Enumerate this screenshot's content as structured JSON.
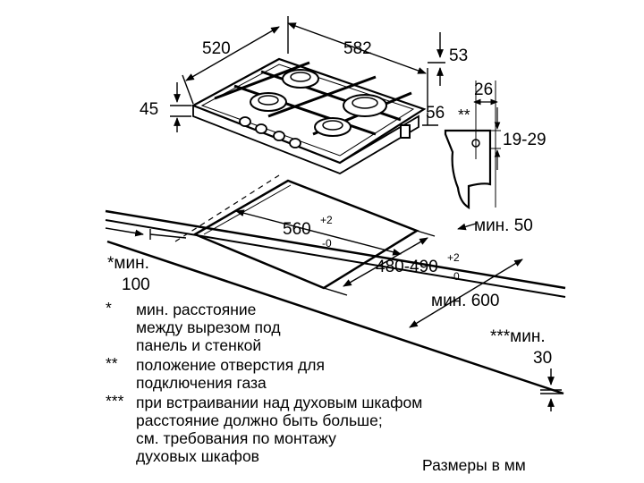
{
  "hob_dimensions": {
    "depth": "520",
    "width": "582",
    "front_edge": "53",
    "height_below": "45",
    "side_offset": "56"
  },
  "gas_detail": {
    "depth": "26",
    "marker": "**",
    "range": "19-29"
  },
  "cutout": {
    "width_main": "560",
    "width_tol_plus": "+2",
    "width_tol_minus": "-0",
    "depth_main": "480-490",
    "depth_tol_plus": "+2",
    "depth_tol_minus": "-0"
  },
  "clearances": {
    "rear_min": "мин. 50",
    "side_min_line1": "*мин.",
    "side_min_line2": "100",
    "worktop_min": "мин. 600",
    "above_oven_line1": "***мин.",
    "above_oven_line2": "30"
  },
  "notes": [
    {
      "marker": "*",
      "lines": [
        "мин. расстояние",
        "между вырезом под",
        "панель и стенкой"
      ]
    },
    {
      "marker": "**",
      "lines": [
        "положение отверстия для",
        "подключения газа"
      ]
    },
    {
      "marker": "***",
      "lines": [
        "при встраивании над духовым шкафом",
        "расстояние должно быть больше;",
        "см. требования по монтажу",
        "духовых шкафов"
      ]
    }
  ],
  "units_caption": "Размеры в мм"
}
